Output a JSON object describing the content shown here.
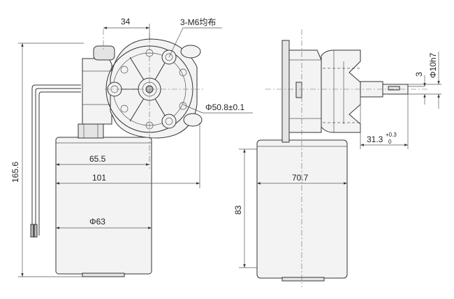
{
  "drawing": {
    "dimensions": {
      "top_width": "34",
      "holes": "3-M6均布",
      "bolt_circle": "Φ50.8±0.1",
      "gear_width": "65.5",
      "overall_width": "101",
      "motor_dia": "Φ63",
      "total_height": "165.6",
      "shaft_dia": "Φ10h7",
      "flat": "3",
      "shaft_len_main": "31.3",
      "shaft_tol_upper": "+0.3",
      "shaft_tol_lower": "0",
      "side_width": "70.7",
      "motor_len": "83"
    }
  }
}
